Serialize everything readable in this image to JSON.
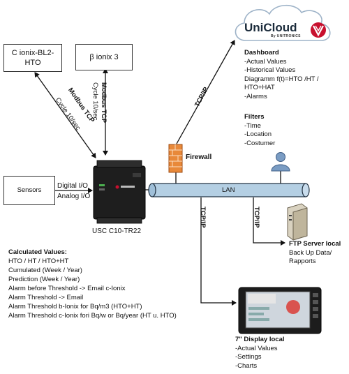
{
  "cloud": {
    "brand": "UniCloud",
    "sub": "By UNITRONICS"
  },
  "devices": {
    "c_ionix": "C ionix-BL2-HTO",
    "beta_ionix": "β ionix 3",
    "sensors": "Sensors",
    "controller_label": "USC C10-TR22"
  },
  "links": {
    "modbus_left_title": "Modbus TCP",
    "modbus_left_cycle": "Cycle 10/sec",
    "modbus_right_title": "Modbus TCP",
    "modbus_right_cycle": "Cycle 10/sec",
    "digital_io": "Digital I/O",
    "analog_io": "Analog I/O",
    "tcpip_cloud": "TCP/IP",
    "tcpip_display": "TCP/IP",
    "tcpip_ftp": "TCP/IP",
    "lan": "LAN",
    "firewall": "Firewall"
  },
  "dashboard": {
    "title": "Dashboard",
    "items": [
      "-Actual Values",
      "-Historical Values",
      "Diagramm f(t)=HTO /HT /",
      "HTO+HAT",
      "-Alarms"
    ]
  },
  "filters": {
    "title": "Filters",
    "items": [
      "-Time",
      "-Location",
      "-Costumer"
    ]
  },
  "ftp": {
    "title": "FTP Server local",
    "lines": [
      "Back Up Data/",
      "Rapports"
    ]
  },
  "calculated": {
    "title": "Calculated Values:",
    "items": [
      "HTO / HT / HTO+HT",
      "Cumulated (Week / Year)",
      "Prediction (Week / Year)",
      "Alarm before Threshold -> Email c-Ionix",
      "Alarm Threshold -> Email",
      "Alarm Threshold b-Ionix for Bq/m3 (HTO+HT)",
      "Alarm Threshold c-Ionix fori Bq/w or Bq/year (HT u. HTO)"
    ]
  },
  "display": {
    "title": "7\" Display local",
    "items": [
      "-Actual Values",
      "-Settings",
      "-Charts"
    ]
  },
  "colors": {
    "lan_bus": "#b4cfe3",
    "lan_border": "#1f2f3f",
    "firewall": "#e8893a",
    "cloud_red": "#c8102e"
  }
}
